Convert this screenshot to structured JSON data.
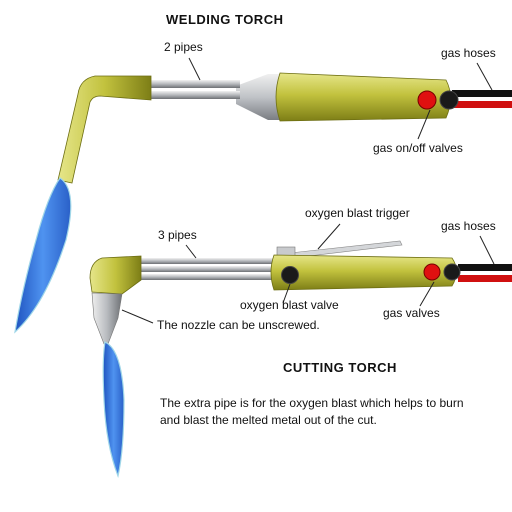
{
  "welding": {
    "title": "WELDING TORCH",
    "labels": {
      "pipes": "2 pipes",
      "hoses": "gas hoses",
      "valves": "gas on/off valves"
    }
  },
  "cutting": {
    "title": "CUTTING TORCH",
    "labels": {
      "pipes": "3 pipes",
      "trigger": "oxygen blast trigger",
      "hoses": "gas hoses",
      "blast_valve": "oxygen blast valve",
      "valves": "gas valves",
      "nozzle": "The nozzle can be unscrewed."
    },
    "description_line1": "The extra pipe is for the oxygen blast which helps to burn",
    "description_line2": "and blast the melted metal out of the cut."
  },
  "colors": {
    "body": "#bfc03a",
    "flame": "#3a7de0",
    "pipe": "#b9bcc0",
    "hose_red": "#d01010",
    "hose_black": "#111111",
    "valve_red": "#e01010"
  }
}
